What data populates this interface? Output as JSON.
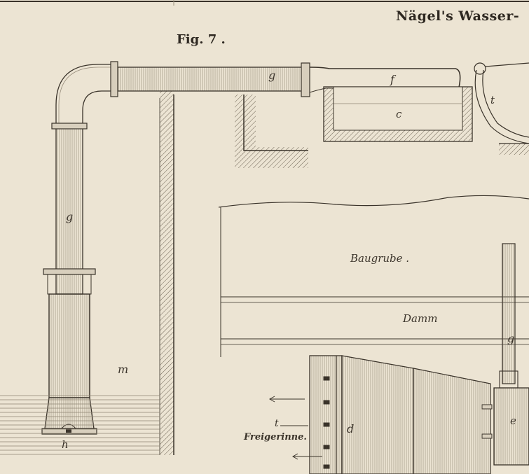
{
  "header": {
    "title": "Nägel's Wasser-"
  },
  "figure": {
    "label": "Fig. 7 ."
  },
  "labels": {
    "g_top": "g",
    "g_vertical": "g",
    "g_right": "g",
    "f": "f",
    "c": "c",
    "t_top": "t",
    "m": "m",
    "h": "h",
    "d": "d",
    "e": "e",
    "t_bottom": "t",
    "baugrube": "Baugrube .",
    "damm": "Damm",
    "freigerinne": "Freigerinne."
  },
  "colors": {
    "paper": "#ece4d3",
    "ink": "#3a332a",
    "shade": "#8a7f70"
  }
}
